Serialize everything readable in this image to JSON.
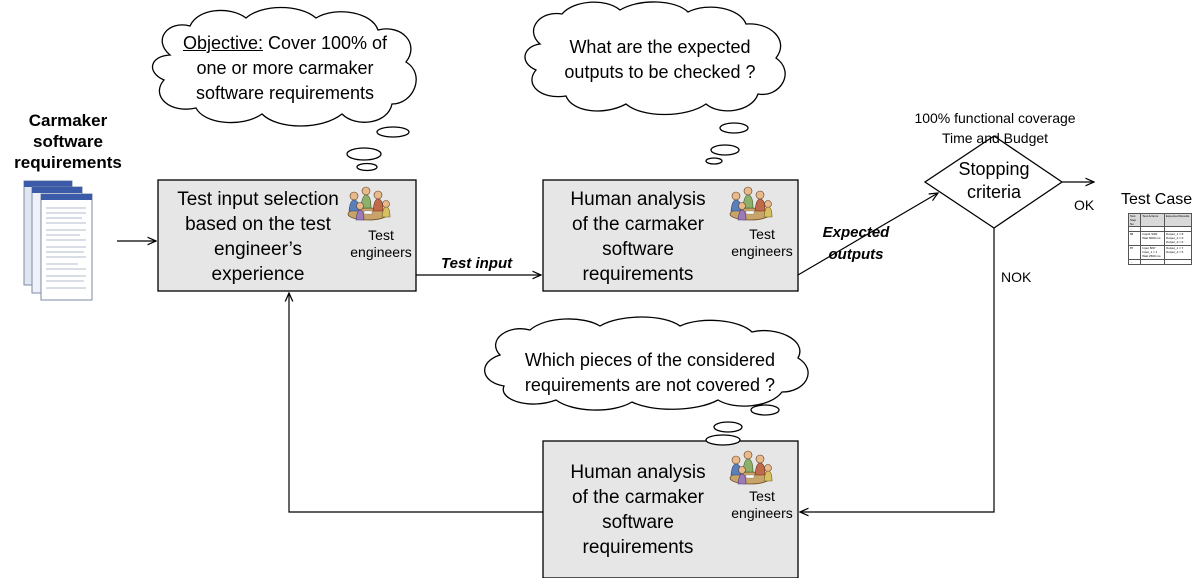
{
  "requirements_doc": {
    "label_lines": [
      "Carmaker",
      "software",
      "requirements"
    ]
  },
  "box_selection": {
    "lines": [
      "Test input selection",
      "based on the test",
      "engineer’s",
      "experience"
    ],
    "actor_lines": [
      "Test",
      "engineers"
    ]
  },
  "box_analysis_top": {
    "lines": [
      "Human analysis",
      "of the carmaker",
      "software",
      "requirements"
    ],
    "actor_lines": [
      "Test",
      "engineers"
    ]
  },
  "box_analysis_bottom": {
    "lines": [
      "Human analysis",
      "of the carmaker",
      "software",
      "requirements"
    ],
    "actor_lines": [
      "Test",
      "engineers"
    ]
  },
  "thought_objective": {
    "prefix": "Objective:",
    "line1_rest": " Cover 100% of",
    "line2": "one or more carmaker",
    "line3": "software requirements"
  },
  "thought_expected": {
    "lines": [
      "What are the expected",
      "outputs to be checked ?"
    ]
  },
  "thought_uncovered": {
    "lines": [
      "Which pieces of the considered",
      "requirements are not covered ?"
    ]
  },
  "edge_test_input": "Test input",
  "edge_expected_outputs": [
    "Expected",
    "outputs"
  ],
  "decision": {
    "label_lines": [
      "Stopping",
      "criteria"
    ],
    "criteria_lines": [
      "100% functional coverage",
      "Time and Budget"
    ],
    "ok": "OK",
    "nok": "NOK"
  },
  "test_case": {
    "title": "Test Case",
    "table_header": [
      "Test Step No",
      "Test Actions",
      "Expected Results"
    ],
    "rows": [
      [
        "...",
        "",
        ""
      ],
      [
        "86",
        "Input1 9/90 Wait 5000 ms",
        "Output_1 = 8 Output_2 = 0 Output_3 = 0"
      ],
      [
        "87",
        "Input 8/97 Input_1 = 1 Wait 2500 ms",
        "Output_1 = 7 Output_2 = 5"
      ],
      [
        "...",
        "",
        ""
      ]
    ]
  },
  "colors": {
    "box_fill": "#e6e6e6",
    "line": "#000000",
    "doc_blue": "#3b5aa8"
  },
  "icons": [
    "document-stack-icon",
    "people-group-icon",
    "thought-cloud-icon",
    "decision-diamond-icon"
  ]
}
